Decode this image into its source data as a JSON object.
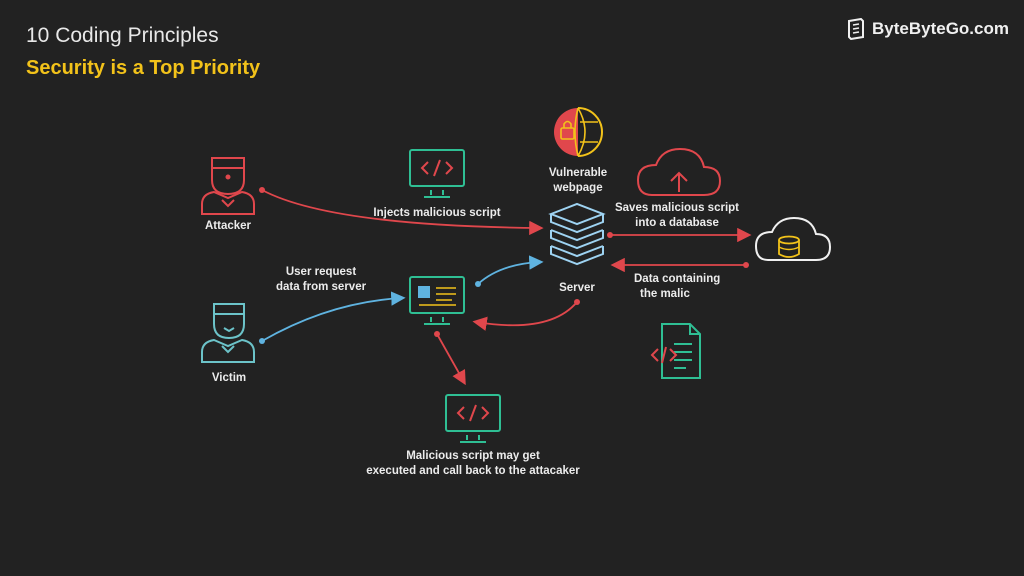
{
  "header": {
    "title": "10 Coding Principles",
    "subtitle": "Security is a Top Priority",
    "brand": "ByteByteGo.com"
  },
  "nodes": {
    "attacker": "Attacker",
    "victim": "Victim",
    "vulnerable_webpage_line1": "Vulnerable",
    "vulnerable_webpage_line2": "webpage",
    "server": "Server"
  },
  "edges": {
    "inject": "Injects malicious script",
    "user_request_line1": "User request",
    "user_request_line2": "data from server",
    "saves_line1": "Saves malicious script",
    "saves_line2": "into a database",
    "data_containing_line1": "Data containing",
    "data_containing_line2": "the malic",
    "malicious_exec_line1": "Malicious script may get",
    "malicious_exec_line2": "executed and call back to the attacaker"
  },
  "icons": {
    "attacker": "person-icon",
    "victim": "person-icon",
    "monitor": "code-monitor-icon",
    "vulnerable": "lock-globe-icon",
    "server": "server-stack-icon",
    "cloud_upload": "cloud-upload-icon",
    "cloud_db": "cloud-database-icon",
    "document": "code-document-icon",
    "browser": "browser-monitor-icon"
  },
  "colors": {
    "background": "#222222",
    "accent_yellow": "#f2c21a",
    "attacker_red": "#e0474c",
    "victim_teal": "#6cc3c9",
    "monitor_green": "#2fbf94",
    "request_blue": "#5fb3e0",
    "server_blue": "#9ed3f2"
  }
}
